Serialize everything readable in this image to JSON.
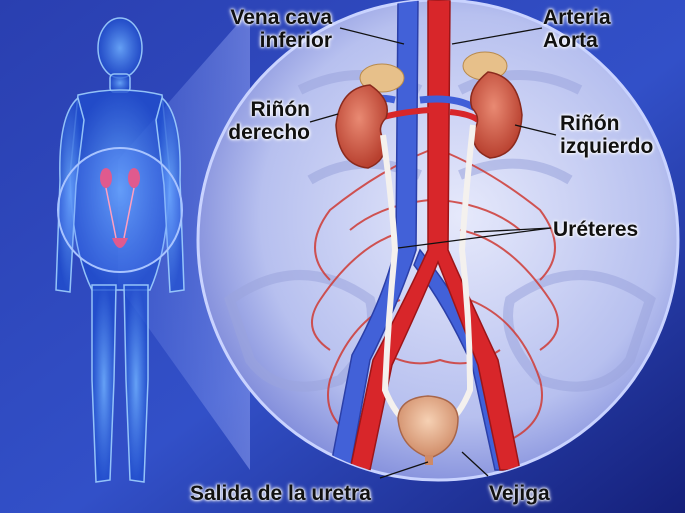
{
  "title": "",
  "labels": {
    "vena_cava_line1": "Vena cava",
    "vena_cava_line2": "inferior",
    "arteria_line1": "Arteria",
    "arteria_line2": "Aorta",
    "rinon_derecho_line1": "Riñón",
    "rinon_derecho_line2": "derecho",
    "rinon_izquierdo_line1": "Riñón",
    "rinon_izquierdo_line2": "izquierdo",
    "ureteres": "Uréteres",
    "salida_uretra": "Salida de la uretra",
    "vejiga": "Vejiga"
  },
  "colors": {
    "background_dark": "#1a2a8c",
    "background_light": "#6f86e6",
    "body_glow": "#3f8bff",
    "artery": "#d8262a",
    "vein": "#3f5fd8",
    "kidney": "#d65a48",
    "bladder": "#e8b08e",
    "ureter": "#f2f0ee",
    "lens_bg": "#c9d0f5"
  },
  "icons": {
    "figure": "human-body-figure",
    "magnifier": "magnifier-circle"
  }
}
